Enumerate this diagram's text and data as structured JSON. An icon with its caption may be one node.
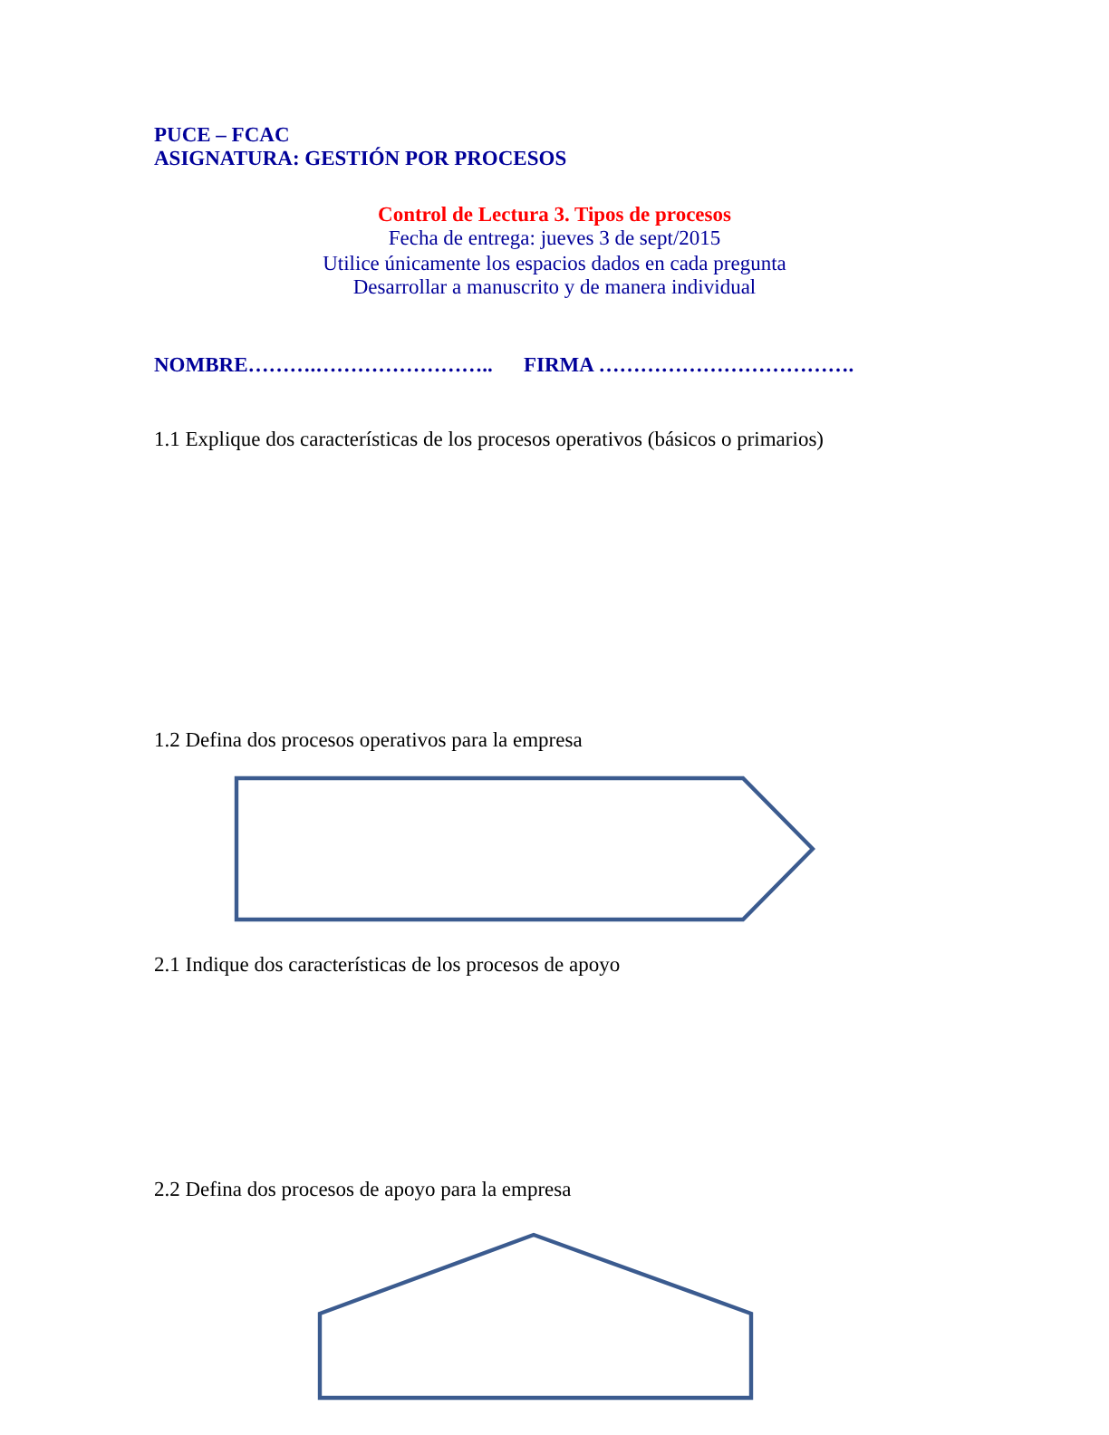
{
  "diagram": {
    "nodes": [
      {
        "text": [],
        "shape": "arrow"
      },
      {
        "text": [],
        "shape": "house"
      }
    ],
    "edges": [],
    "labels": [
      "PUCE – FCAC",
      "ASIGNATURA: GESTIÓN POR PROCESOS",
      "Control de Lectura 3. Tipos de procesos",
      "Fecha de entrega: jueves 3 de sept/2015",
      "Utilice únicamente los espacios dados en cada pregunta",
      "Desarrollar a manuscrito y de manera individual",
      "NOMBRE……….……………………..",
      "FIRMA ……………………………….",
      "1.1 Explique dos características de los procesos operativos (básicos o primarios)",
      "1.2 Defina dos procesos operativos para la empresa",
      "2.1 Indique dos características de los procesos de apoyo",
      "2.2 Defina dos procesos de apoyo para la empresa"
    ]
  }
}
